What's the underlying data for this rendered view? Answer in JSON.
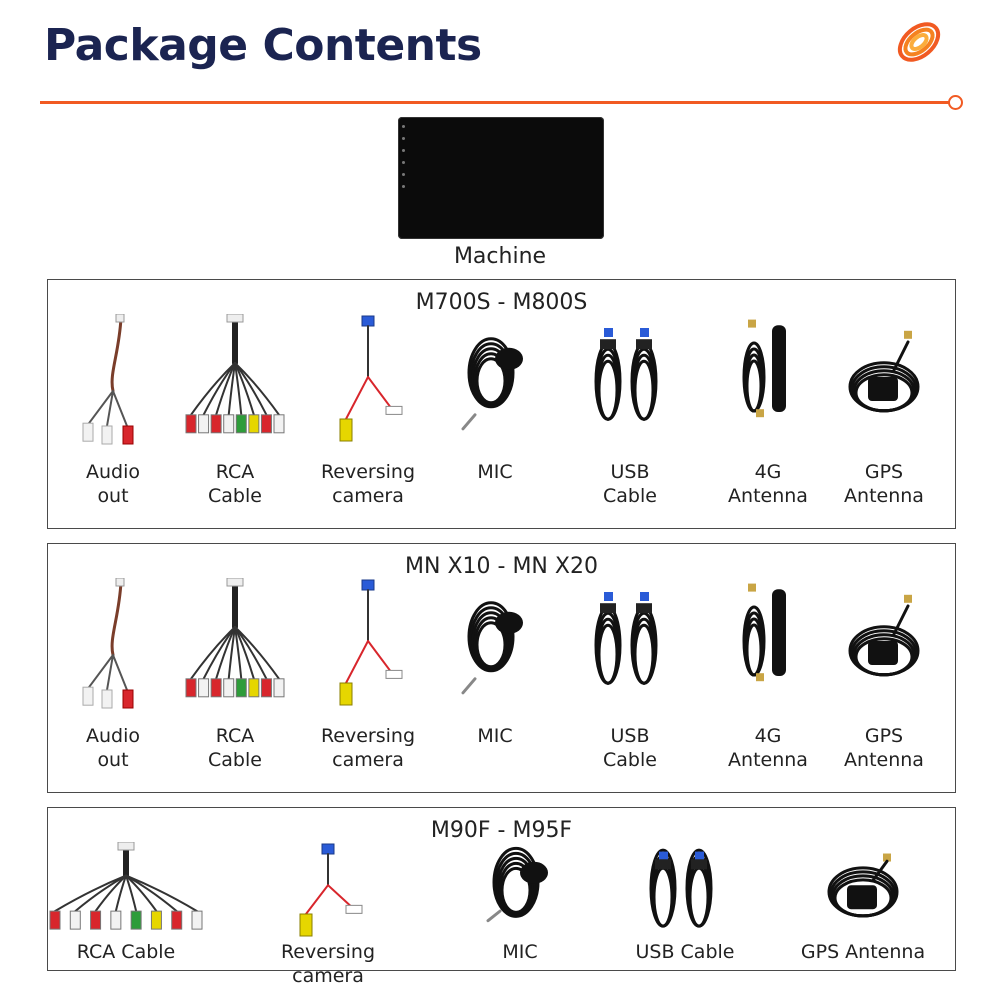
{
  "header": {
    "title": "Package Contents",
    "accent_color": "#f15a22",
    "title_color": "#1b2451",
    "logo_icon": "orange-spiral-logo-icon"
  },
  "machine": {
    "label": "Machine"
  },
  "sections": [
    {
      "title": "M700S - M800S",
      "items": [
        {
          "line1": "Audio",
          "line2": "out",
          "icon": "audio-out-cable-icon"
        },
        {
          "line1": "RCA",
          "line2": "Cable",
          "icon": "rca-cable-icon"
        },
        {
          "line1": "Reversing",
          "line2": "camera",
          "icon": "reversing-camera-cable-icon"
        },
        {
          "line1": "MIC",
          "line2": "",
          "icon": "microphone-icon"
        },
        {
          "line1": "USB",
          "line2": "Cable",
          "icon": "usb-cable-icon"
        },
        {
          "line1": "4G",
          "line2": "Antenna",
          "icon": "4g-antenna-icon"
        },
        {
          "line1": "GPS",
          "line2": "Antenna",
          "icon": "gps-antenna-icon"
        }
      ]
    },
    {
      "title": "MN X10 - MN X20",
      "items": [
        {
          "line1": "Audio",
          "line2": "out",
          "icon": "audio-out-cable-icon"
        },
        {
          "line1": "RCA",
          "line2": "Cable",
          "icon": "rca-cable-icon"
        },
        {
          "line1": "Reversing",
          "line2": "camera",
          "icon": "reversing-camera-cable-icon"
        },
        {
          "line1": "MIC",
          "line2": "",
          "icon": "microphone-icon"
        },
        {
          "line1": "USB",
          "line2": "Cable",
          "icon": "usb-cable-icon"
        },
        {
          "line1": "4G",
          "line2": "Antenna",
          "icon": "4g-antenna-icon"
        },
        {
          "line1": "GPS",
          "line2": "Antenna",
          "icon": "gps-antenna-icon"
        }
      ]
    },
    {
      "title": "M90F - M95F",
      "items": [
        {
          "line1": "RCA Cable",
          "line2": "",
          "icon": "rca-cable-icon"
        },
        {
          "line1": "Reversing camera",
          "line2": "",
          "icon": "reversing-camera-cable-icon"
        },
        {
          "line1": "MIC",
          "line2": "",
          "icon": "microphone-icon"
        },
        {
          "line1": "USB Cable",
          "line2": "",
          "icon": "usb-cable-icon"
        },
        {
          "line1": "GPS Antenna",
          "line2": "",
          "icon": "gps-antenna-icon"
        }
      ]
    }
  ]
}
